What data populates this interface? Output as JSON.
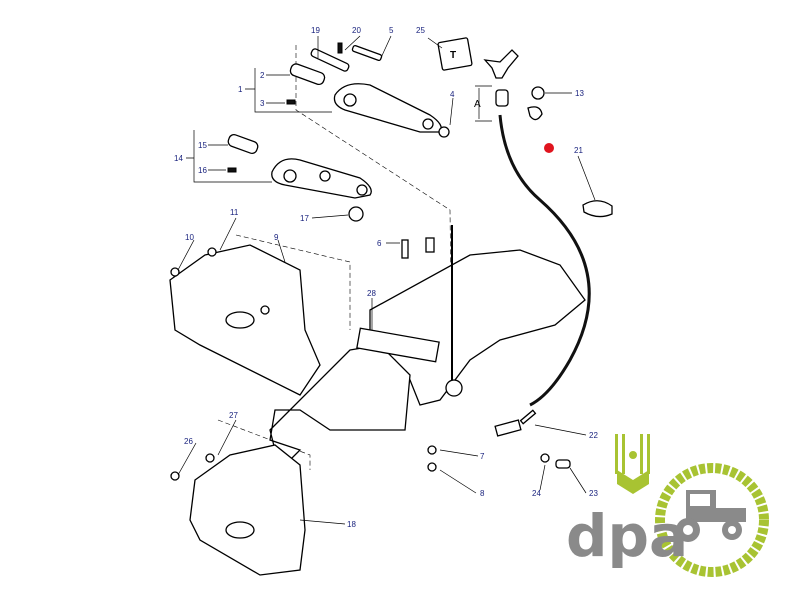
{
  "diagram": {
    "callouts": {
      "p1": "1",
      "p2": "2",
      "p3": "3",
      "p4": "4",
      "p5": "5",
      "p6": "6",
      "p7": "7",
      "p8": "8",
      "p9": "9",
      "p10": "10",
      "p11": "11",
      "p13": "13",
      "p14": "14",
      "p15": "15",
      "p16": "16",
      "p17": "17",
      "p18": "18",
      "p19": "19",
      "p20": "20",
      "p21": "21",
      "p22": "22",
      "p23": "23",
      "p24": "24",
      "p25": "25",
      "p26": "26",
      "p27": "27",
      "p28": "28",
      "dimA": "A"
    },
    "decal_symbol": "T",
    "marker_color": "#e0141e"
  },
  "logo": {
    "text": "dpa",
    "green": "#a8c332",
    "gray": "#8a8a8a"
  }
}
